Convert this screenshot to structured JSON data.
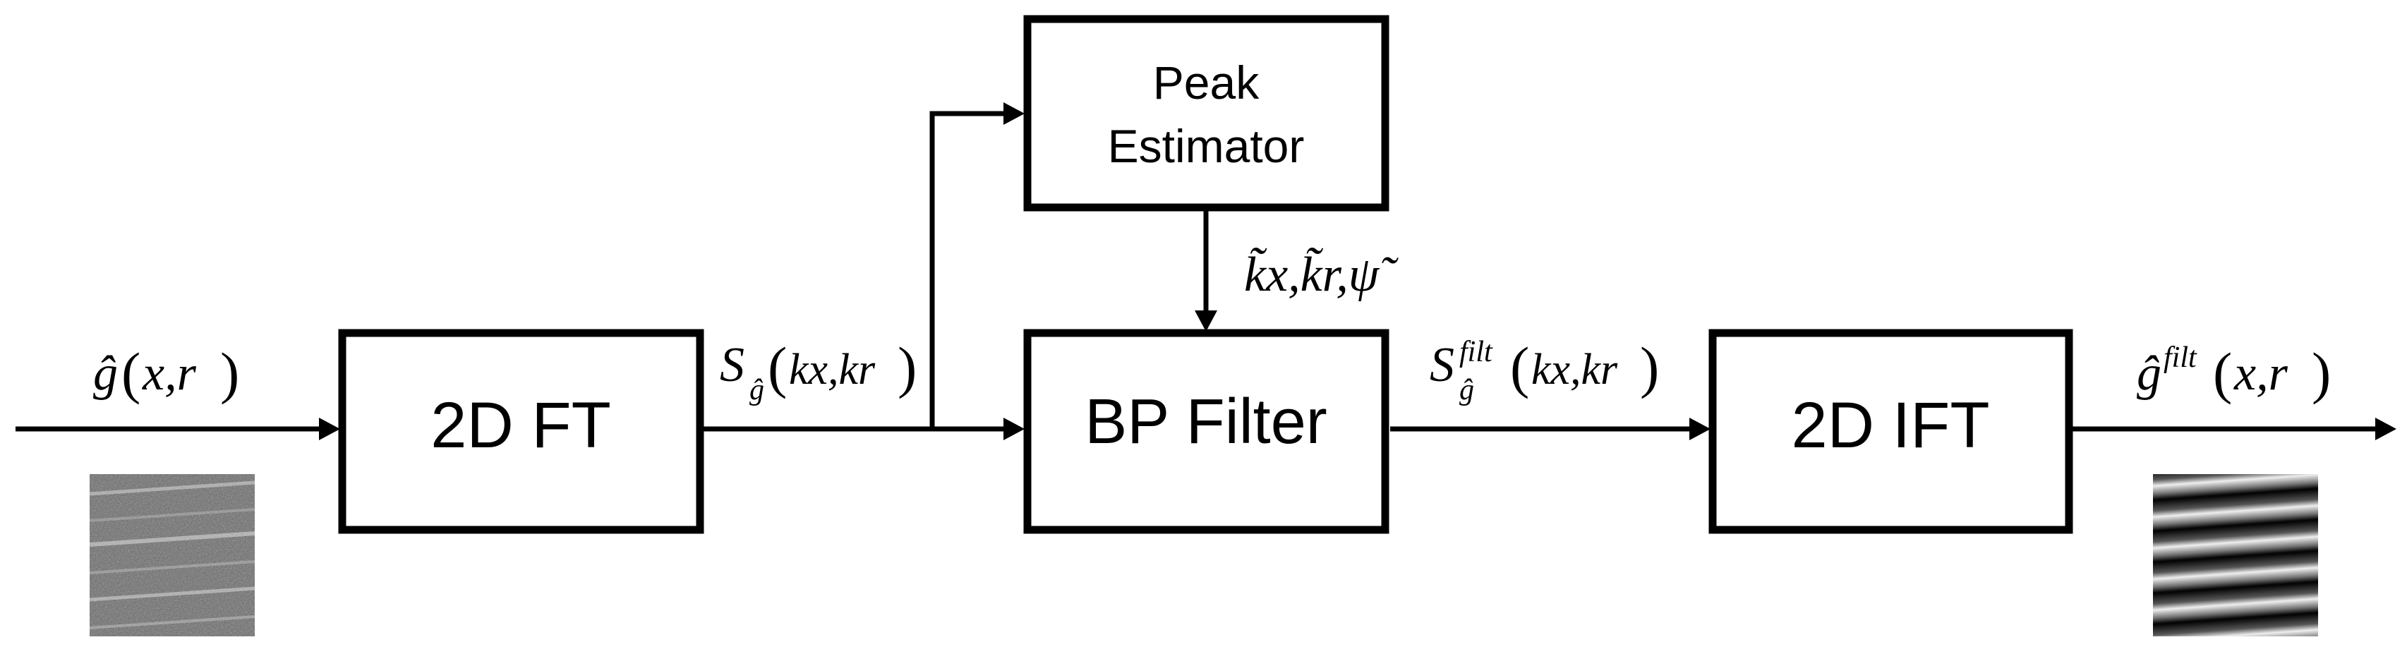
{
  "blocks": {
    "ft": "2D FT",
    "peak_line1": "Peak",
    "peak_line2": "Estimator",
    "bp": "BP Filter",
    "ift": "2D IFT"
  },
  "signals": {
    "input": {
      "base": "ĝ",
      "args": "x,r"
    },
    "spectrum": {
      "base": "S",
      "sub": "ĝ",
      "args": "kx,kr"
    },
    "estimates": {
      "text": "k̃x,k̃r,ψ̃"
    },
    "filtered_spectrum": {
      "base": "S",
      "sub": "ĝ",
      "sup": "filt",
      "args": "kx,kr"
    },
    "output": {
      "base": "ĝ",
      "sup": "filt",
      "args": "x,r"
    }
  },
  "images": {
    "input": "noisy-fringe-pattern",
    "output": "filtered-fringe-pattern"
  }
}
